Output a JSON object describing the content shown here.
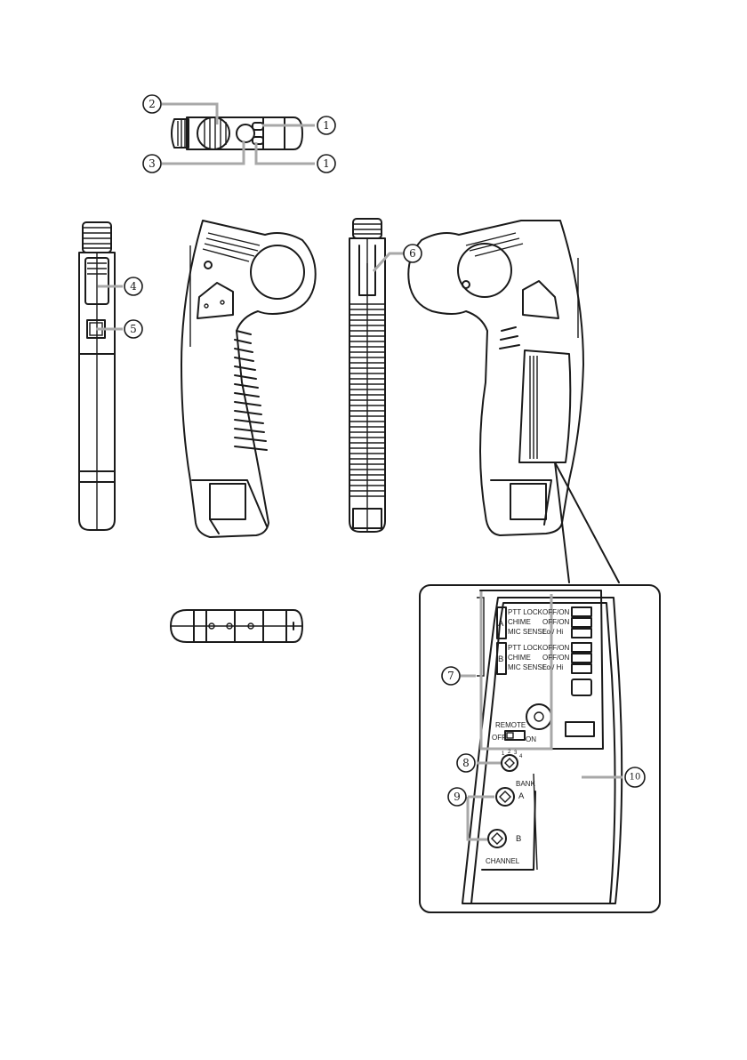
{
  "callouts": {
    "c1": "1",
    "c2": "2",
    "c3": "3",
    "c4": "4",
    "c5": "5",
    "c6": "6",
    "c7": "7",
    "c8": "8",
    "c9": "9",
    "c10": "10"
  },
  "switch_panel": {
    "group_a": "A",
    "group_b": "B",
    "rows": [
      {
        "name": "PTT LOCK",
        "value": "OFF/ON"
      },
      {
        "name": "CHIME",
        "value": "OFF/ON"
      },
      {
        "name": "MIC SENSE",
        "value": "Lo / Hi"
      }
    ]
  },
  "remote": {
    "label": "REMOTE",
    "off": "OFF",
    "on": "ON"
  },
  "bank": {
    "label": "BANK",
    "a": "A",
    "b": "B"
  },
  "channel": {
    "label": "CHANNEL"
  },
  "dial_digits": {
    "d1": "1",
    "d2": "2",
    "d3": "3",
    "d4": "4"
  },
  "colors": {
    "line": "#1a1a1a",
    "leader": "#a8a8a8",
    "background": "#ffffff"
  }
}
